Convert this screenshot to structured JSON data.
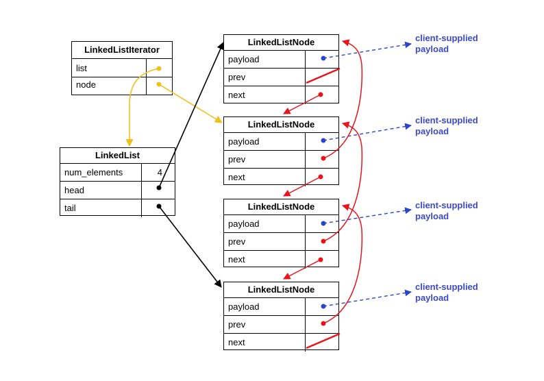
{
  "iterator": {
    "title": "LinkedListIterator",
    "fields": [
      "list",
      "node"
    ]
  },
  "list": {
    "title": "LinkedList",
    "fields": [
      {
        "label": "num_elements",
        "value": "4"
      },
      {
        "label": "head",
        "value": ""
      },
      {
        "label": "tail",
        "value": ""
      }
    ]
  },
  "nodes": [
    {
      "title": "LinkedListNode",
      "fields": [
        "payload",
        "prev",
        "next"
      ]
    },
    {
      "title": "LinkedListNode",
      "fields": [
        "payload",
        "prev",
        "next"
      ]
    },
    {
      "title": "LinkedListNode",
      "fields": [
        "payload",
        "prev",
        "next"
      ]
    },
    {
      "title": "LinkedListNode",
      "fields": [
        "payload",
        "prev",
        "next"
      ]
    }
  ],
  "payload_labels": [
    "client-supplied\npayload",
    "client-supplied\npayload",
    "client-supplied\npayload",
    "client-supplied\npayload"
  ],
  "colors": {
    "iterator_pointer": "#f2c01a",
    "list_pointer": "#000000",
    "node_pointer": "#e8141c",
    "payload_pointer": "#2a45c8"
  }
}
